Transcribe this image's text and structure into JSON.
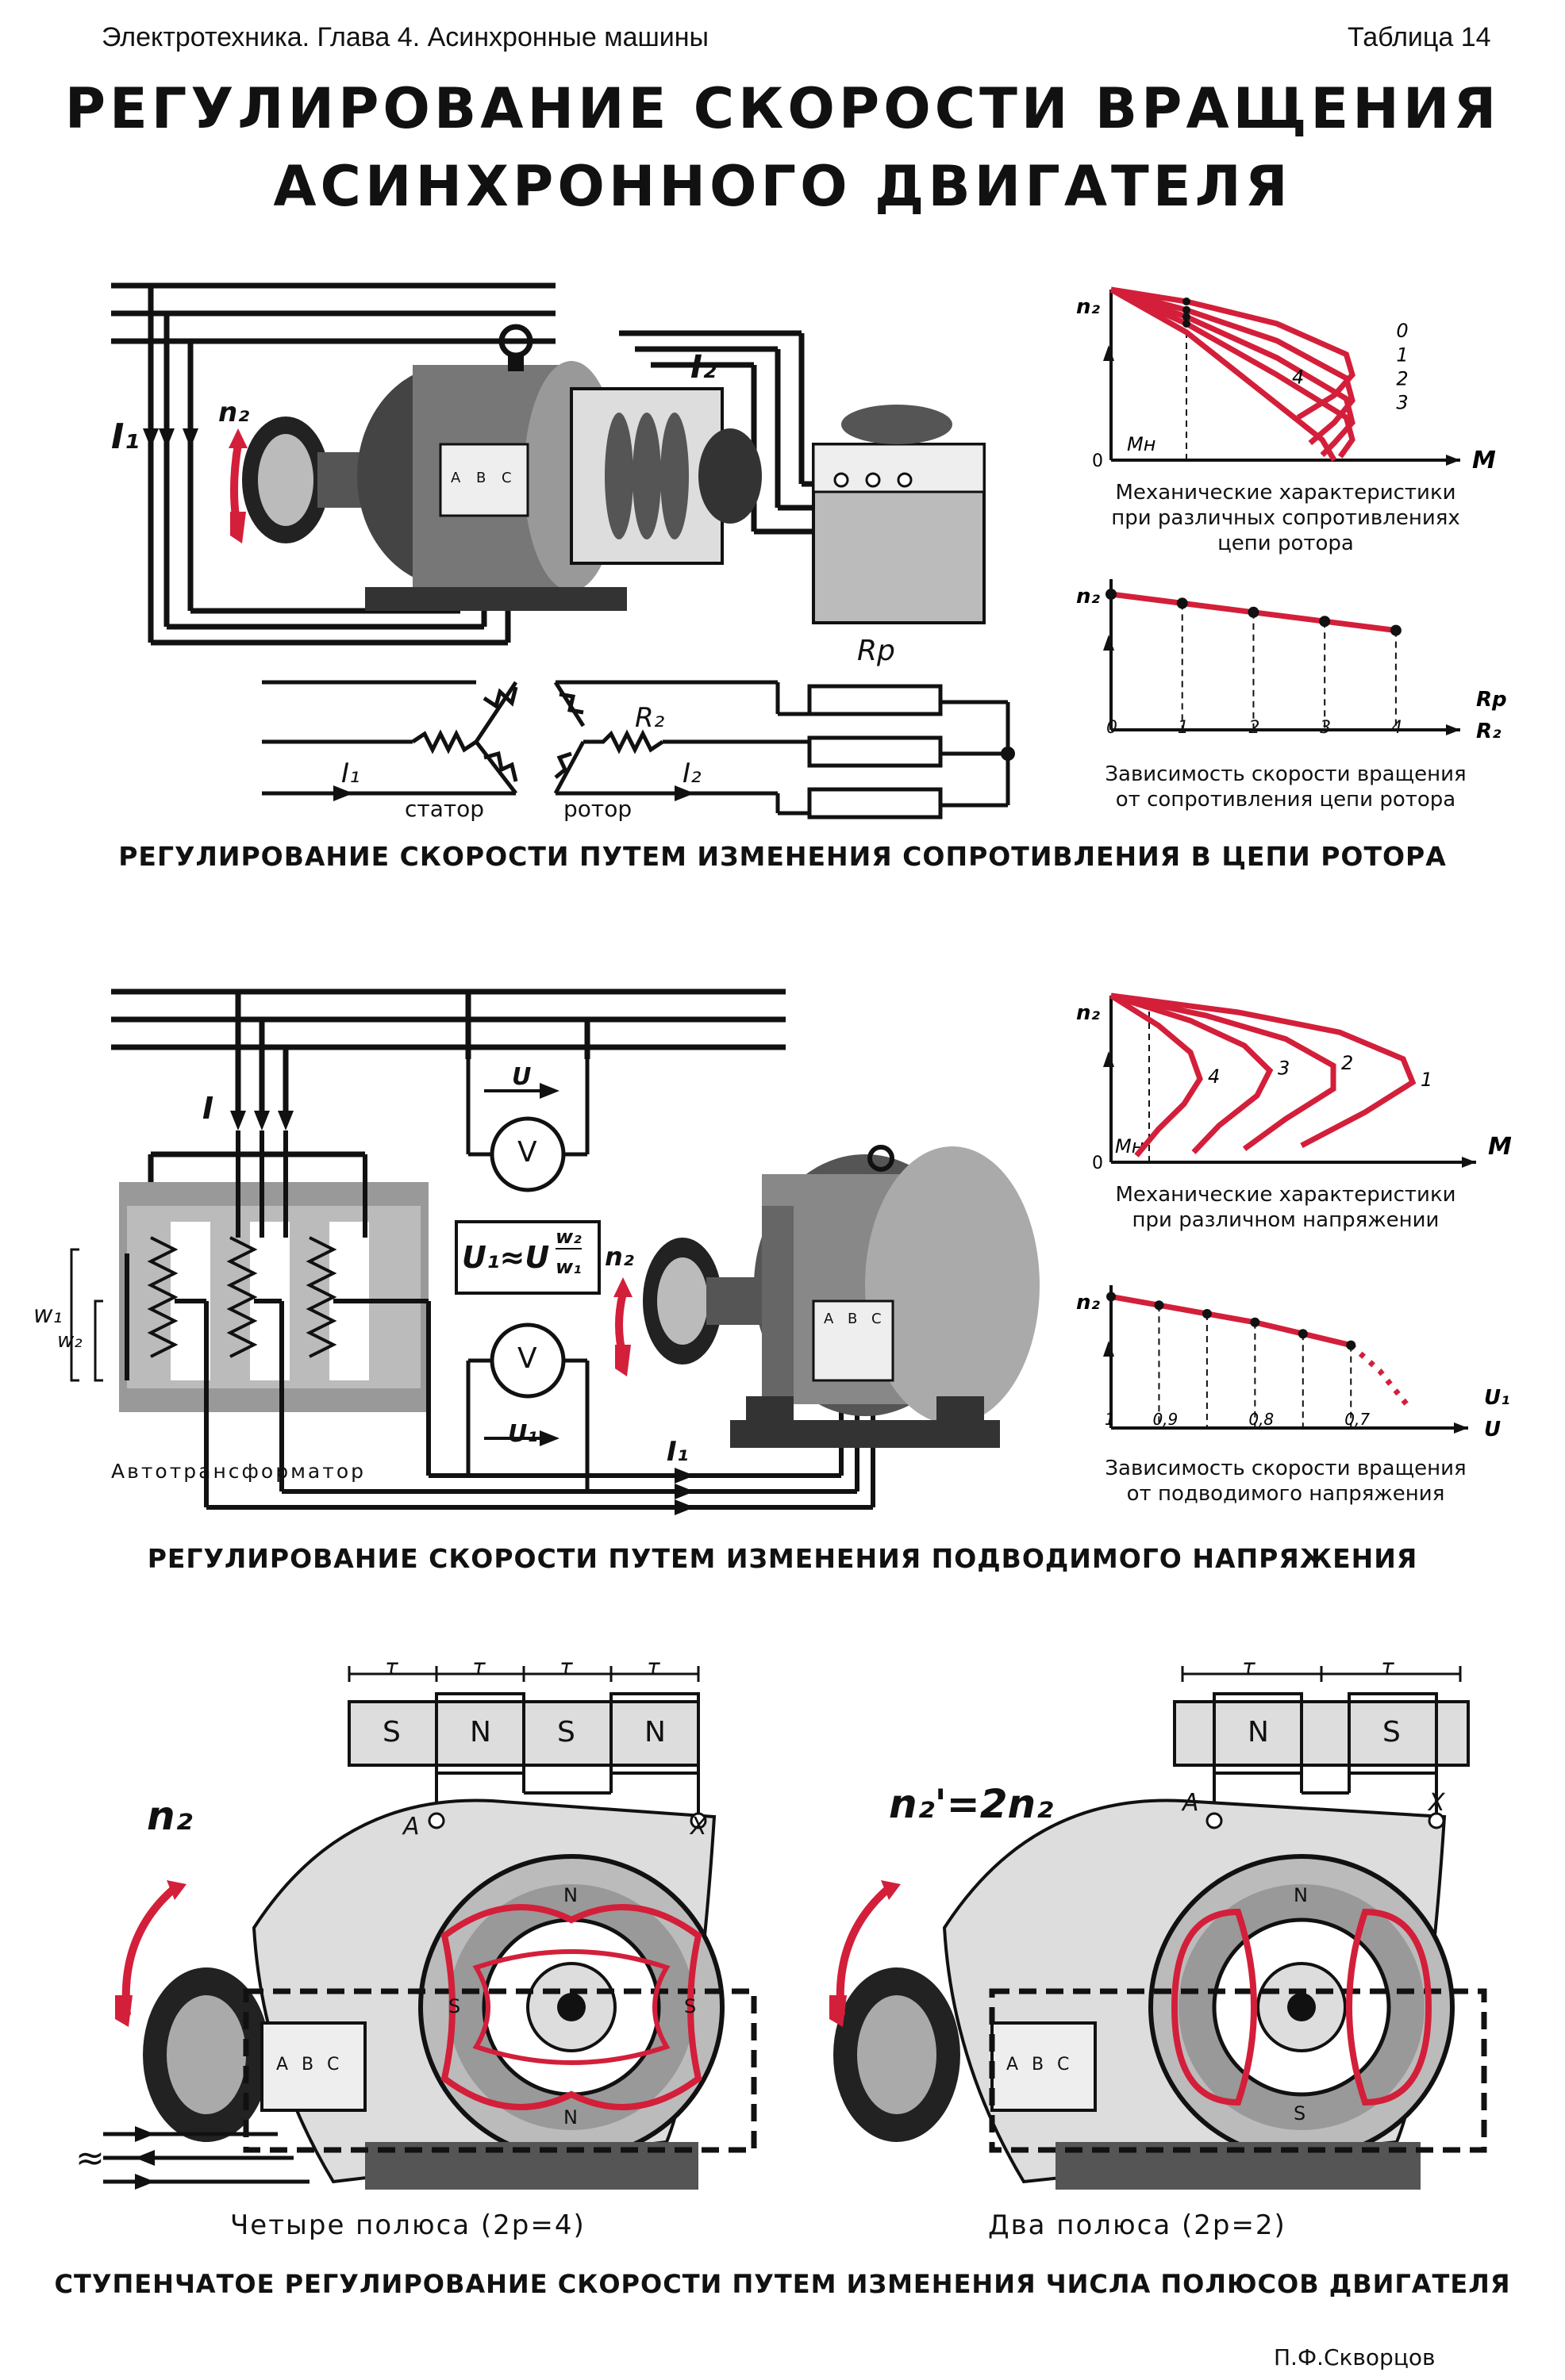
{
  "header": {
    "subject": "Электротехника. Глава 4. Асинхронные машины",
    "table_no": "Таблица 14"
  },
  "title": {
    "line1": "РЕГУЛИРОВАНИЕ СКОРОСТИ ВРАЩЕНИЯ",
    "line2": "АСИНХРОННОГО ДВИГАТЕЛЯ"
  },
  "colors": {
    "accent_red": "#d31f3a",
    "ink": "#111111"
  },
  "section1": {
    "heading": "РЕГУЛИРОВАНИЕ СКОРОСТИ ПУТЕМ ИЗМЕНЕНИЯ СОПРОТИВЛЕНИЯ В ЦЕПИ РОТОРА",
    "labels": {
      "I1": "I₁",
      "n2": "n₂",
      "I2": "I₂",
      "Rp": "Rр",
      "R2": "R₂",
      "I1b": "I₁",
      "I2b": "I₂",
      "stator": "статор",
      "rotor": "ротор",
      "A": "A",
      "B": "B",
      "C": "C"
    },
    "chart1_caption": [
      "Механические характеристики",
      "при различных сопротивлениях",
      "цепи ротора"
    ],
    "chart2_caption": [
      "Зависимость скорости вращения",
      "от сопротивления цепи ротора"
    ]
  },
  "section2": {
    "heading": "РЕГУЛИРОВАНИЕ СКОРОСТИ ПУТЕМ ИЗМЕНЕНИЯ ПОДВОДИМОГО НАПРЯЖЕНИЯ",
    "labels": {
      "I": "I",
      "U": "U",
      "U1": "U₁",
      "V": "V",
      "formula_left": "U₁≈U",
      "formula_num": "w₂",
      "formula_den": "w₁",
      "w1": "w₁",
      "w2": "w₂",
      "n2": "n₂",
      "I1": "I₁",
      "autotransformer": "Автотрансформатор",
      "A": "A",
      "B": "B",
      "C": "C"
    },
    "chart1_caption": [
      "Механические характеристики",
      "при различном напряжении"
    ],
    "chart2_caption": [
      "Зависимость скорости вращения",
      "от подводимого напряжения"
    ]
  },
  "section3": {
    "heading": "СТУПЕНЧАТОЕ РЕГУЛИРОВАНИЕ СКОРОСТИ ПУТЕМ ИЗМЕНЕНИЯ ЧИСЛА ПОЛЮСОВ ДВИГАТЕЛЯ",
    "left": {
      "caption": "Четыре полюса (2p=4)",
      "speed": "n₂",
      "poles": [
        "S",
        "N",
        "S",
        "N"
      ],
      "tau": "τ",
      "terminal_a": "A",
      "terminal_x": "X",
      "rotor_poles": [
        "N",
        "S",
        "S",
        "N"
      ],
      "abc": [
        "A",
        "B",
        "C"
      ],
      "supply_symbol": "≈"
    },
    "right": {
      "caption": "Два полюса (2p=2)",
      "speed": "n₂'=2n₂",
      "poles": [
        "N",
        "S"
      ],
      "tau": "τ",
      "terminal_a": "A",
      "terminal_x": "X",
      "rotor_poles": [
        "N",
        "S"
      ],
      "abc": [
        "A",
        "B",
        "C"
      ]
    }
  },
  "author": "П.Ф.Скворцов",
  "chart_data": [
    {
      "type": "line",
      "id": "rotor-mech",
      "title": "",
      "xlabel": "M",
      "ylabel": "n₂",
      "x_marker": "Mн",
      "origin": "0",
      "series": [
        {
          "name": "0",
          "points": [
            [
              0,
              1.0
            ],
            [
              0.25,
              0.93
            ],
            [
              0.55,
              0.8
            ],
            [
              0.78,
              0.62
            ],
            [
              0.8,
              0.5
            ],
            [
              0.74,
              0.38
            ],
            [
              0.62,
              0.25
            ]
          ]
        },
        {
          "name": "1",
          "points": [
            [
              0,
              1.0
            ],
            [
              0.25,
              0.88
            ],
            [
              0.55,
              0.7
            ],
            [
              0.78,
              0.48
            ],
            [
              0.8,
              0.35
            ],
            [
              0.74,
              0.22
            ],
            [
              0.66,
              0.1
            ]
          ]
        },
        {
          "name": "2",
          "points": [
            [
              0,
              1.0
            ],
            [
              0.25,
              0.84
            ],
            [
              0.55,
              0.6
            ],
            [
              0.78,
              0.36
            ],
            [
              0.8,
              0.22
            ],
            [
              0.74,
              0.1
            ],
            [
              0.7,
              0.03
            ]
          ]
        },
        {
          "name": "3",
          "points": [
            [
              0,
              1.0
            ],
            [
              0.25,
              0.8
            ],
            [
              0.55,
              0.5
            ],
            [
              0.78,
              0.25
            ],
            [
              0.8,
              0.12
            ],
            [
              0.76,
              0.02
            ]
          ]
        },
        {
          "name": "4",
          "points": [
            [
              0,
              1.0
            ],
            [
              0.25,
              0.75
            ],
            [
              0.5,
              0.4
            ],
            [
              0.7,
              0.12
            ],
            [
              0.74,
              0.0
            ]
          ]
        }
      ]
    },
    {
      "type": "line",
      "id": "rotor-speed",
      "title": "",
      "xlabel": "Rр/R₂",
      "ylabel": "n₂",
      "x_ticks": [
        "0",
        "1",
        "2",
        "3",
        "4"
      ],
      "values": [
        0.9,
        0.84,
        0.78,
        0.72,
        0.66
      ]
    },
    {
      "type": "line",
      "id": "voltage-mech",
      "title": "",
      "xlabel": "M",
      "ylabel": "n₂",
      "x_marker": "Mн",
      "origin": "0",
      "series": [
        {
          "name": "1",
          "points": [
            [
              0,
              1.0
            ],
            [
              0.4,
              0.9
            ],
            [
              0.72,
              0.78
            ],
            [
              0.92,
              0.62
            ],
            [
              0.95,
              0.48
            ],
            [
              0.8,
              0.3
            ],
            [
              0.6,
              0.1
            ]
          ]
        },
        {
          "name": "2",
          "points": [
            [
              0,
              1.0
            ],
            [
              0.3,
              0.88
            ],
            [
              0.55,
              0.74
            ],
            [
              0.7,
              0.58
            ],
            [
              0.7,
              0.44
            ],
            [
              0.55,
              0.26
            ],
            [
              0.42,
              0.08
            ]
          ]
        },
        {
          "name": "3",
          "points": [
            [
              0,
              1.0
            ],
            [
              0.25,
              0.85
            ],
            [
              0.42,
              0.7
            ],
            [
              0.5,
              0.55
            ],
            [
              0.46,
              0.4
            ],
            [
              0.34,
              0.22
            ],
            [
              0.26,
              0.06
            ]
          ]
        },
        {
          "name": "4",
          "points": [
            [
              0,
              1.0
            ],
            [
              0.15,
              0.82
            ],
            [
              0.25,
              0.66
            ],
            [
              0.28,
              0.5
            ],
            [
              0.23,
              0.35
            ],
            [
              0.15,
              0.2
            ],
            [
              0.08,
              0.04
            ]
          ]
        }
      ]
    },
    {
      "type": "line",
      "id": "voltage-speed",
      "title": "",
      "xlabel": "U₁/U",
      "ylabel": "n₂",
      "x_ticks": [
        "1",
        "0,9",
        "0,8",
        "0,7"
      ],
      "values": [
        0.92,
        0.86,
        0.8,
        0.74,
        0.66,
        0.58
      ],
      "dotted_tail": [
        0.58,
        0.4,
        0.15
      ]
    }
  ]
}
